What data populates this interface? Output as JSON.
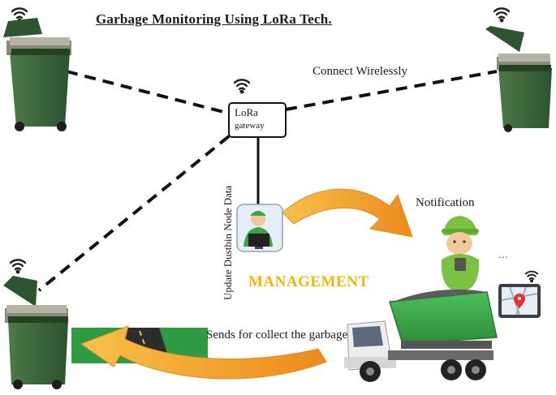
{
  "title": "Garbage Monitoring Using LoRa Tech.",
  "connection_label": "Connect Wirelessly",
  "gateway": {
    "line1": "LoRa",
    "line2": "gateway"
  },
  "update_label": "Update Dustbin Node Data",
  "management_label": "MANAGEMENT",
  "notification_label": "Notification",
  "collect_label": "Sends for collect the garbage",
  "colors": {
    "bin_green": "#3f6b3d",
    "bin_dark": "#26462a",
    "arrow_orange": "#f3a22e",
    "management_text": "#f4b400",
    "truck_green": "#3aa348"
  },
  "icons": [
    "wifi-icon",
    "dustbin-icon",
    "worker-icon",
    "truck-icon",
    "map-icon"
  ]
}
